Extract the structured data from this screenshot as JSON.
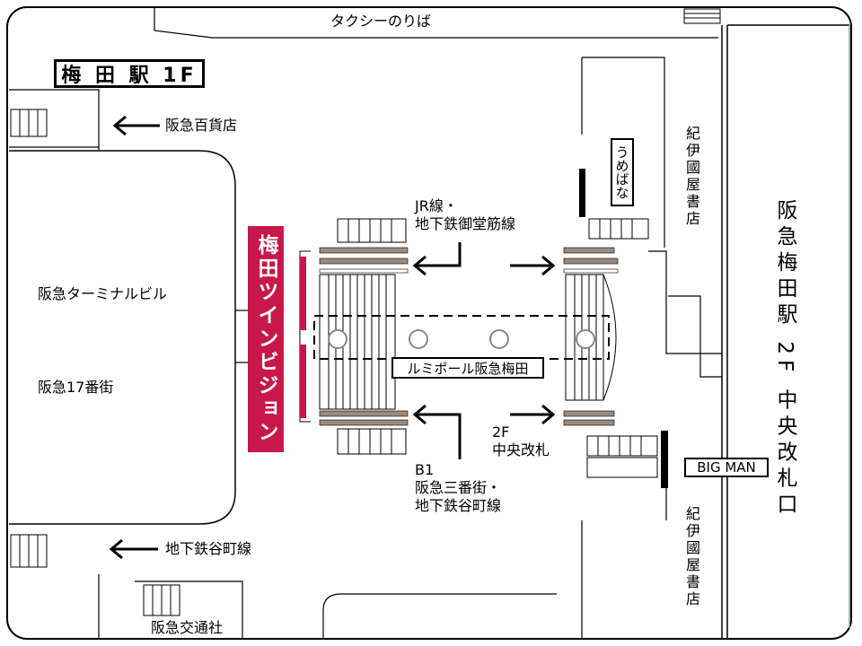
{
  "title": "梅 田 駅  1F",
  "labels": {
    "taxi": "タクシーのりば",
    "hankyu_dept": "阪急百貨店",
    "terminal_bldg": "阪急ターミナルビル",
    "hankyu17": "阪急17番街",
    "subway_tanimachi": "地下鉄谷町線",
    "hankyu_kotsusha": "阪急交通社",
    "jr_line": "JR線・\n地下鉄御堂筋線",
    "b1": "B1\n阪急三番街・\n地下鉄谷町線",
    "f2_gate": "2F\n中央改札",
    "lumipole": "ルミポール阪急梅田",
    "twin_vision": "梅田ツインビジョン",
    "umebana": "うめばな",
    "kinokuniya_top": "紀伊國屋書店",
    "kinokuniya_bottom": "紀伊國屋書店",
    "big_man": "BIG MAN",
    "hankyu_2f": "阪急梅田駅 2F 中央改札口"
  },
  "colors": {
    "twin_vision": "#c8174a",
    "stairs": "#9c8a7c",
    "line": "#000000"
  },
  "icons": {
    "arrow": "arrow-icon",
    "pillar": "pillar-icon"
  }
}
